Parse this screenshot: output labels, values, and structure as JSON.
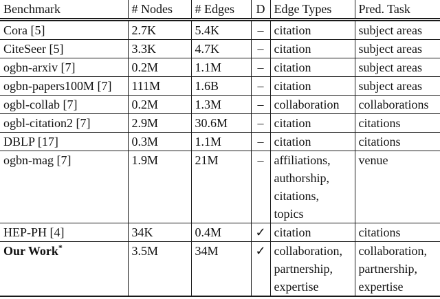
{
  "table": {
    "columns": [
      {
        "label": "Benchmark"
      },
      {
        "label": "# Nodes"
      },
      {
        "label": "# Edges"
      },
      {
        "label": "D"
      },
      {
        "label": "Edge Types"
      },
      {
        "label": "Pred. Task"
      }
    ],
    "rows": [
      {
        "benchmark": "Cora [5]",
        "nodes": "2.7K",
        "edges": "5.4K",
        "directed": "–",
        "edge_types": "citation",
        "pred_task": "subject areas"
      },
      {
        "benchmark": "CiteSeer [5]",
        "nodes": "3.3K",
        "edges": "4.7K",
        "directed": "–",
        "edge_types": "citation",
        "pred_task": "subject areas"
      },
      {
        "benchmark": "ogbn-arxiv [7]",
        "nodes": "0.2M",
        "edges": "1.1M",
        "directed": "–",
        "edge_types": "citation",
        "pred_task": "subject areas"
      },
      {
        "benchmark": "ogbn-papers100M [7]",
        "nodes": "111M",
        "edges": "1.6B",
        "directed": "–",
        "edge_types": "citation",
        "pred_task": "subject areas"
      },
      {
        "benchmark": "ogbl-collab [7]",
        "nodes": "0.2M",
        "edges": "1.3M",
        "directed": "–",
        "edge_types": "collaboration",
        "pred_task": "collaborations"
      },
      {
        "benchmark": "ogbl-citation2 [7]",
        "nodes": "2.9M",
        "edges": "30.6M",
        "directed": "–",
        "edge_types": "citation",
        "pred_task": "citations"
      },
      {
        "benchmark": "DBLP [17]",
        "nodes": "0.3M",
        "edges": "1.1M",
        "directed": "–",
        "edge_types": "citation",
        "pred_task": "citations"
      },
      {
        "benchmark": "ogbn-mag [7]",
        "nodes": "1.9M",
        "edges": "21M",
        "directed": "–",
        "edge_types": "affiliations,\nauthorship,\ncitations,\ntopics",
        "pred_task": "venue"
      },
      {
        "benchmark": "HEP-PH [4]",
        "nodes": "34K",
        "edges": "0.4M",
        "directed": "✓",
        "edge_types": "citation",
        "pred_task": "citations"
      },
      {
        "benchmark": "Our Work",
        "benchmark_sup": "*",
        "nodes": "3.5M",
        "edges": "34M",
        "directed": "✓",
        "edge_types": "collaboration,\npartnership,\nexpertise",
        "pred_task": "collaboration,\npartnership,\nexpertise"
      }
    ]
  },
  "colors": {
    "text": "#111111",
    "rule": "#1a1a1a",
    "background": "#ffffff"
  }
}
